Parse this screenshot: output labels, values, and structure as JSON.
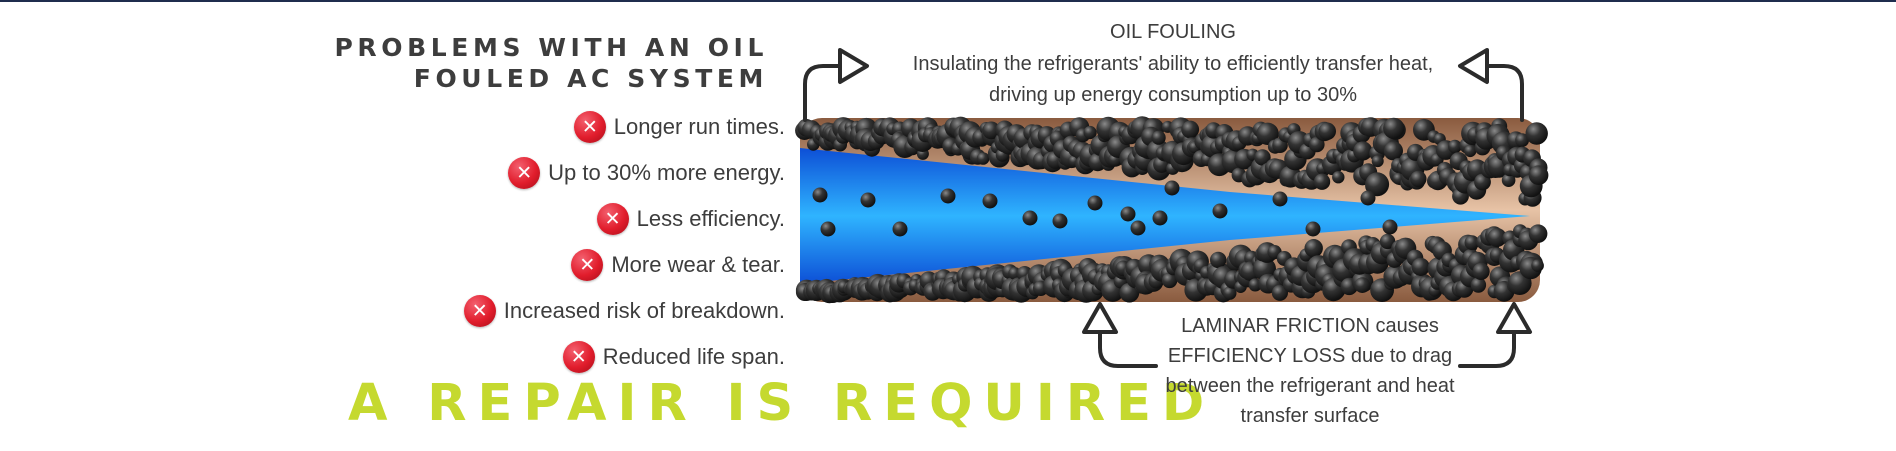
{
  "problems": {
    "title_line1": "PROBLEMS WITH AN OIL",
    "title_line2": "FOULED AC SYSTEM",
    "items": [
      {
        "label": "Longer run times."
      },
      {
        "label": "Up to 30% more energy."
      },
      {
        "label": "Less efficiency."
      },
      {
        "label": "More wear & tear."
      },
      {
        "label": "Increased risk of breakdown."
      },
      {
        "label": "Reduced life span."
      }
    ],
    "icon": "x-circle-icon",
    "icon_color": "#e11d2c"
  },
  "repair": {
    "title": "A REPAIR IS REQUIRED",
    "color": "#c5d92f"
  },
  "diagram": {
    "oil_fouling_title": "OIL FOULING",
    "oil_fouling_line1": "Insulating the refrigerants' ability to efficiently transfer heat,",
    "oil_fouling_line2": "driving up energy consumption up to 30%",
    "laminar_line1": "LAMINAR FRICTION causes",
    "laminar_line2": "EFFICIENCY LOSS due to drag",
    "laminar_line3": "between the refrigerant and heat",
    "laminar_line4": "transfer surface",
    "refrigerant_color": "#1e8fe8",
    "pipe_color": "#c79777",
    "oil_color": "#2b2b2b"
  }
}
